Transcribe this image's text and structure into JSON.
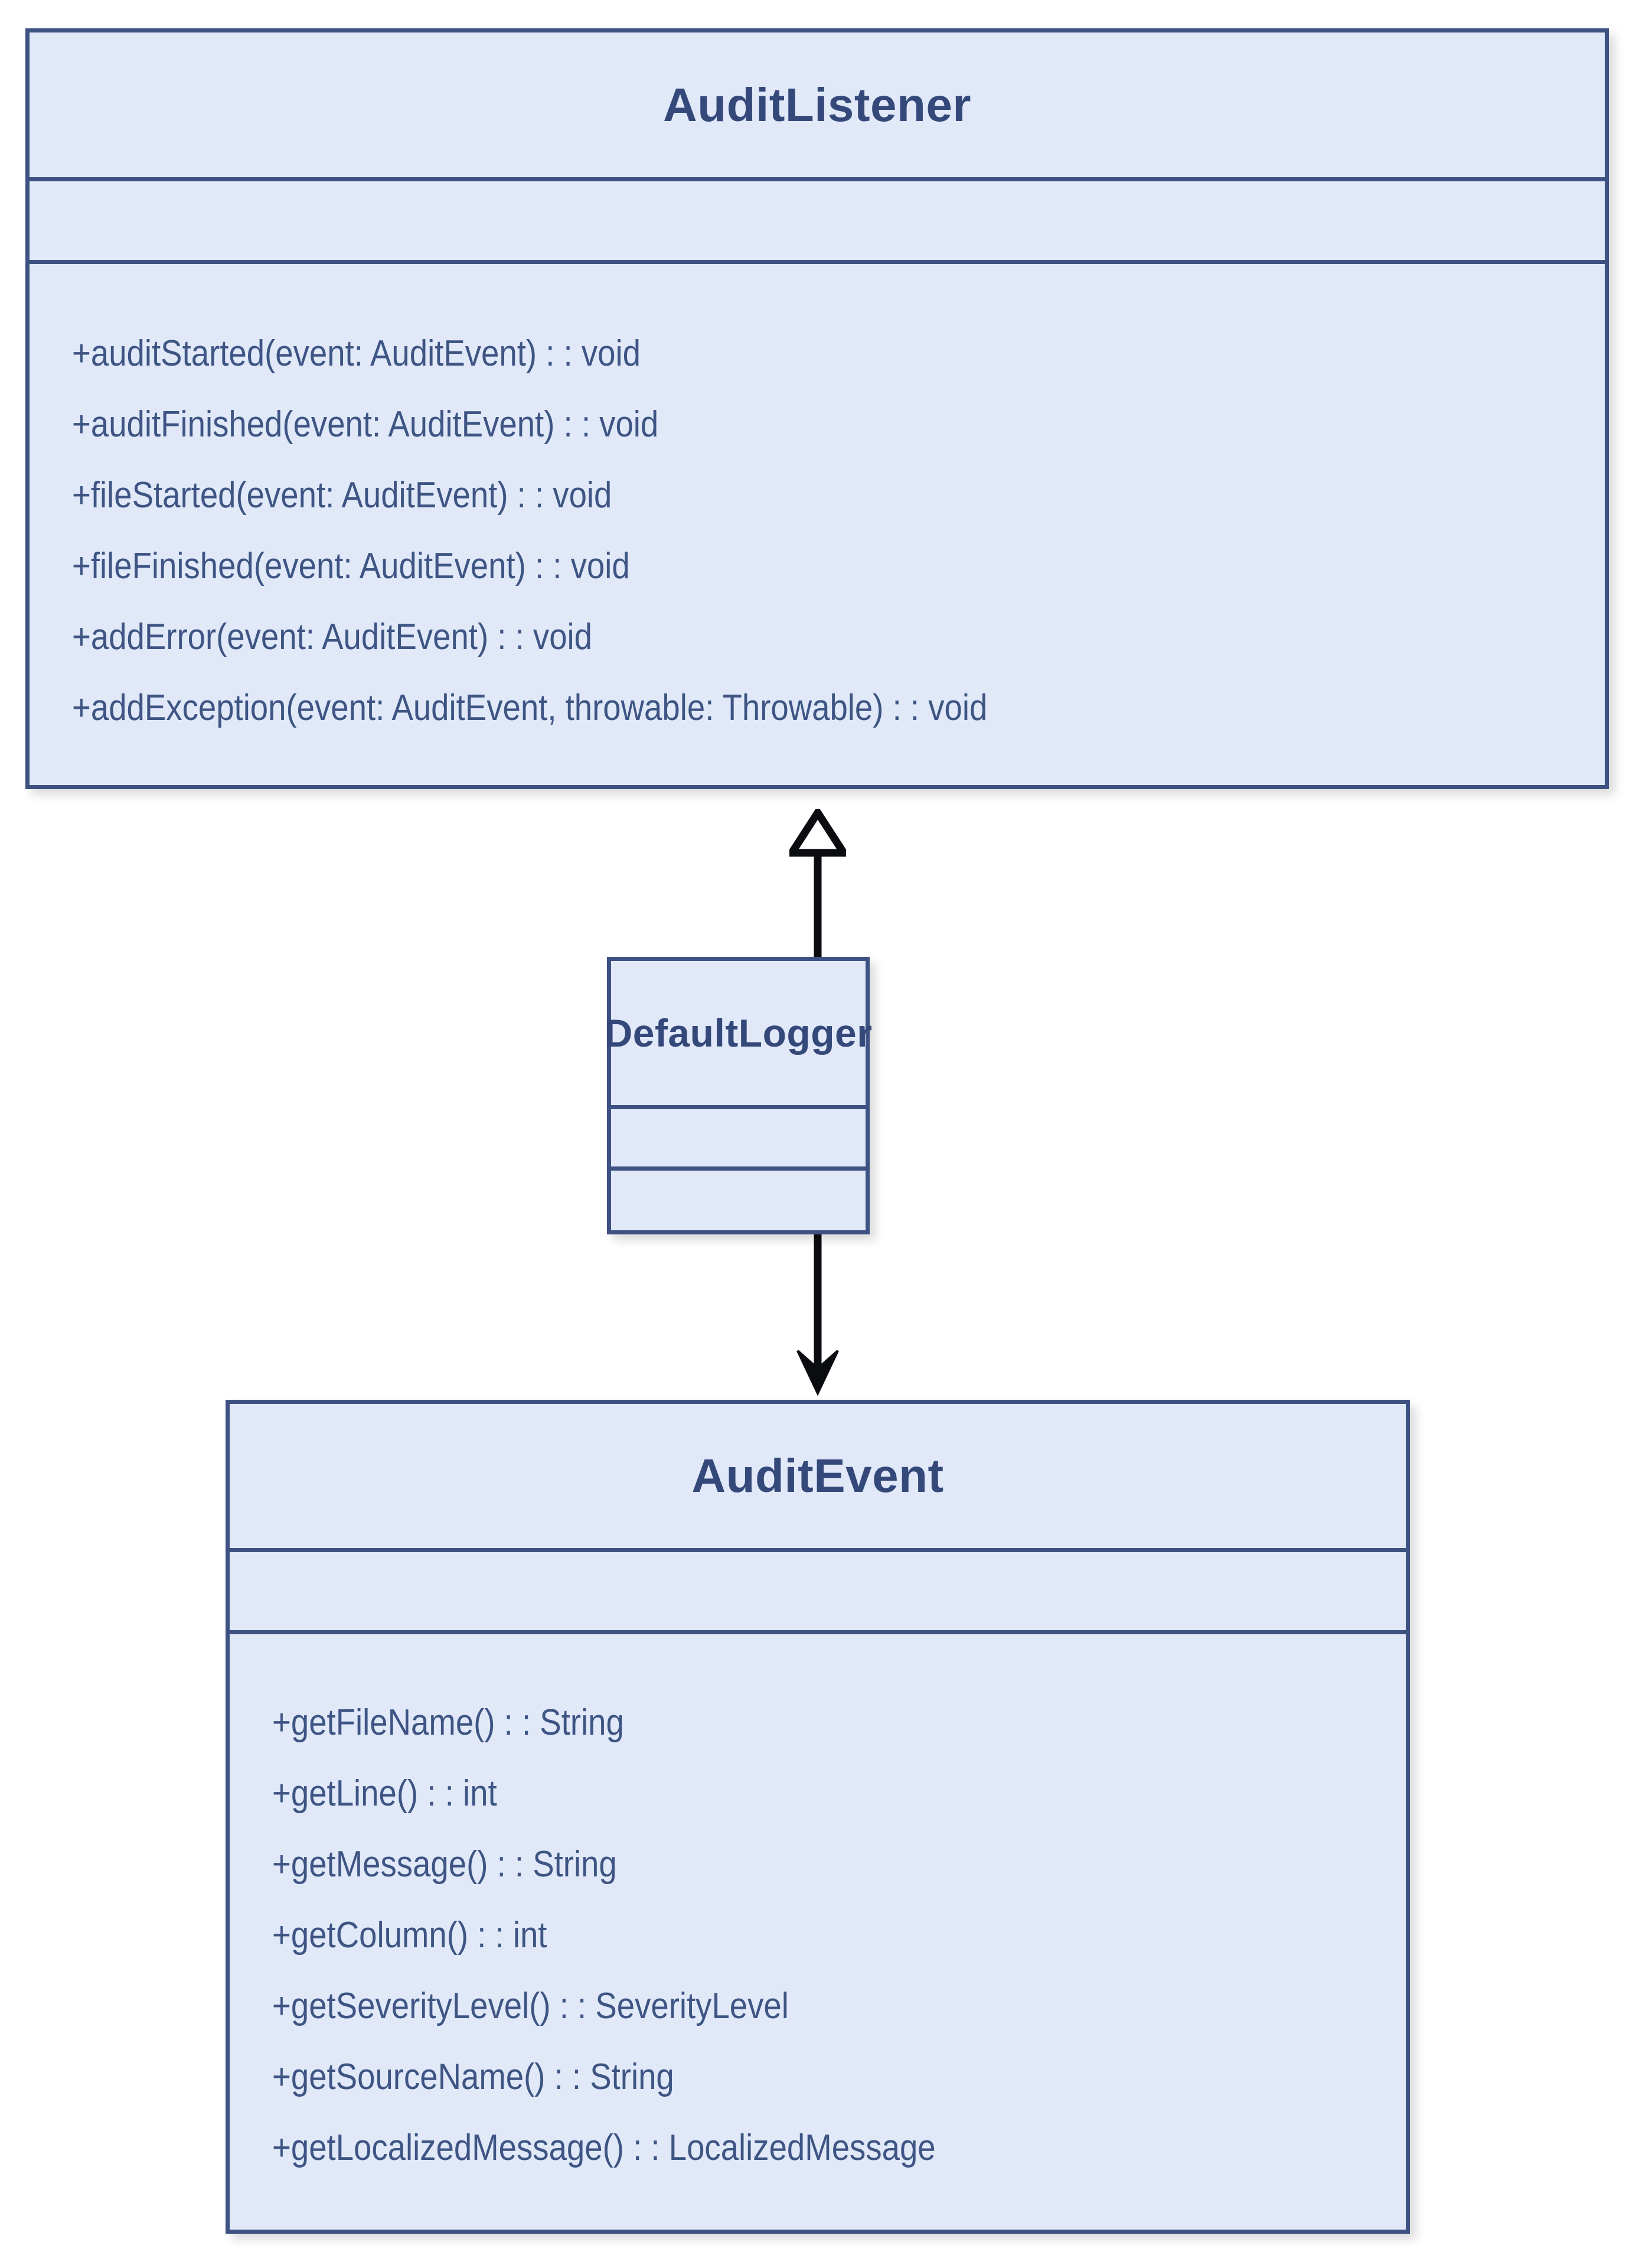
{
  "diagram": {
    "type": "uml-class-diagram",
    "background_color": "#ffffff",
    "palette": {
      "box_fill": "#e1e9f9",
      "box_border": "#3d5282",
      "title_text": "#34497a",
      "member_text": "#3e5584",
      "connector": "#000000"
    }
  },
  "classes": [
    {
      "id": "audit-listener",
      "name": "AuditListener",
      "attributes": [],
      "methods": [
        "+auditStarted(event: AuditEvent) : : void",
        "+auditFinished(event: AuditEvent) : : void",
        "+fileStarted(event: AuditEvent) : : void",
        "+fileFinished(event: AuditEvent) : : void",
        "+addError(event: AuditEvent) : : void",
        "+addException(event: AuditEvent, throwable: Throwable) : : void"
      ]
    },
    {
      "id": "default-logger",
      "name": "DefaultLogger",
      "attributes": [],
      "methods": []
    },
    {
      "id": "audit-event",
      "name": "AuditEvent",
      "attributes": [],
      "methods": [
        "+getFileName() : : String",
        "+getLine() : : int",
        "+getMessage() : : String",
        "+getColumn() : : int",
        "+getSeverityLevel() : : SeverityLevel",
        "+getSourceName() : : String",
        "+getLocalizedMessage() : : LocalizedMessage"
      ]
    }
  ],
  "relationships": [
    {
      "id": "generalization",
      "kind": "generalization",
      "arrowhead": "hollow-triangle",
      "from": "DefaultLogger",
      "to": "AuditListener",
      "label": ""
    },
    {
      "id": "dependency",
      "kind": "dependency",
      "arrowhead": "solid-open-arrow",
      "from": "DefaultLogger",
      "to": "AuditEvent",
      "label": ""
    }
  ]
}
